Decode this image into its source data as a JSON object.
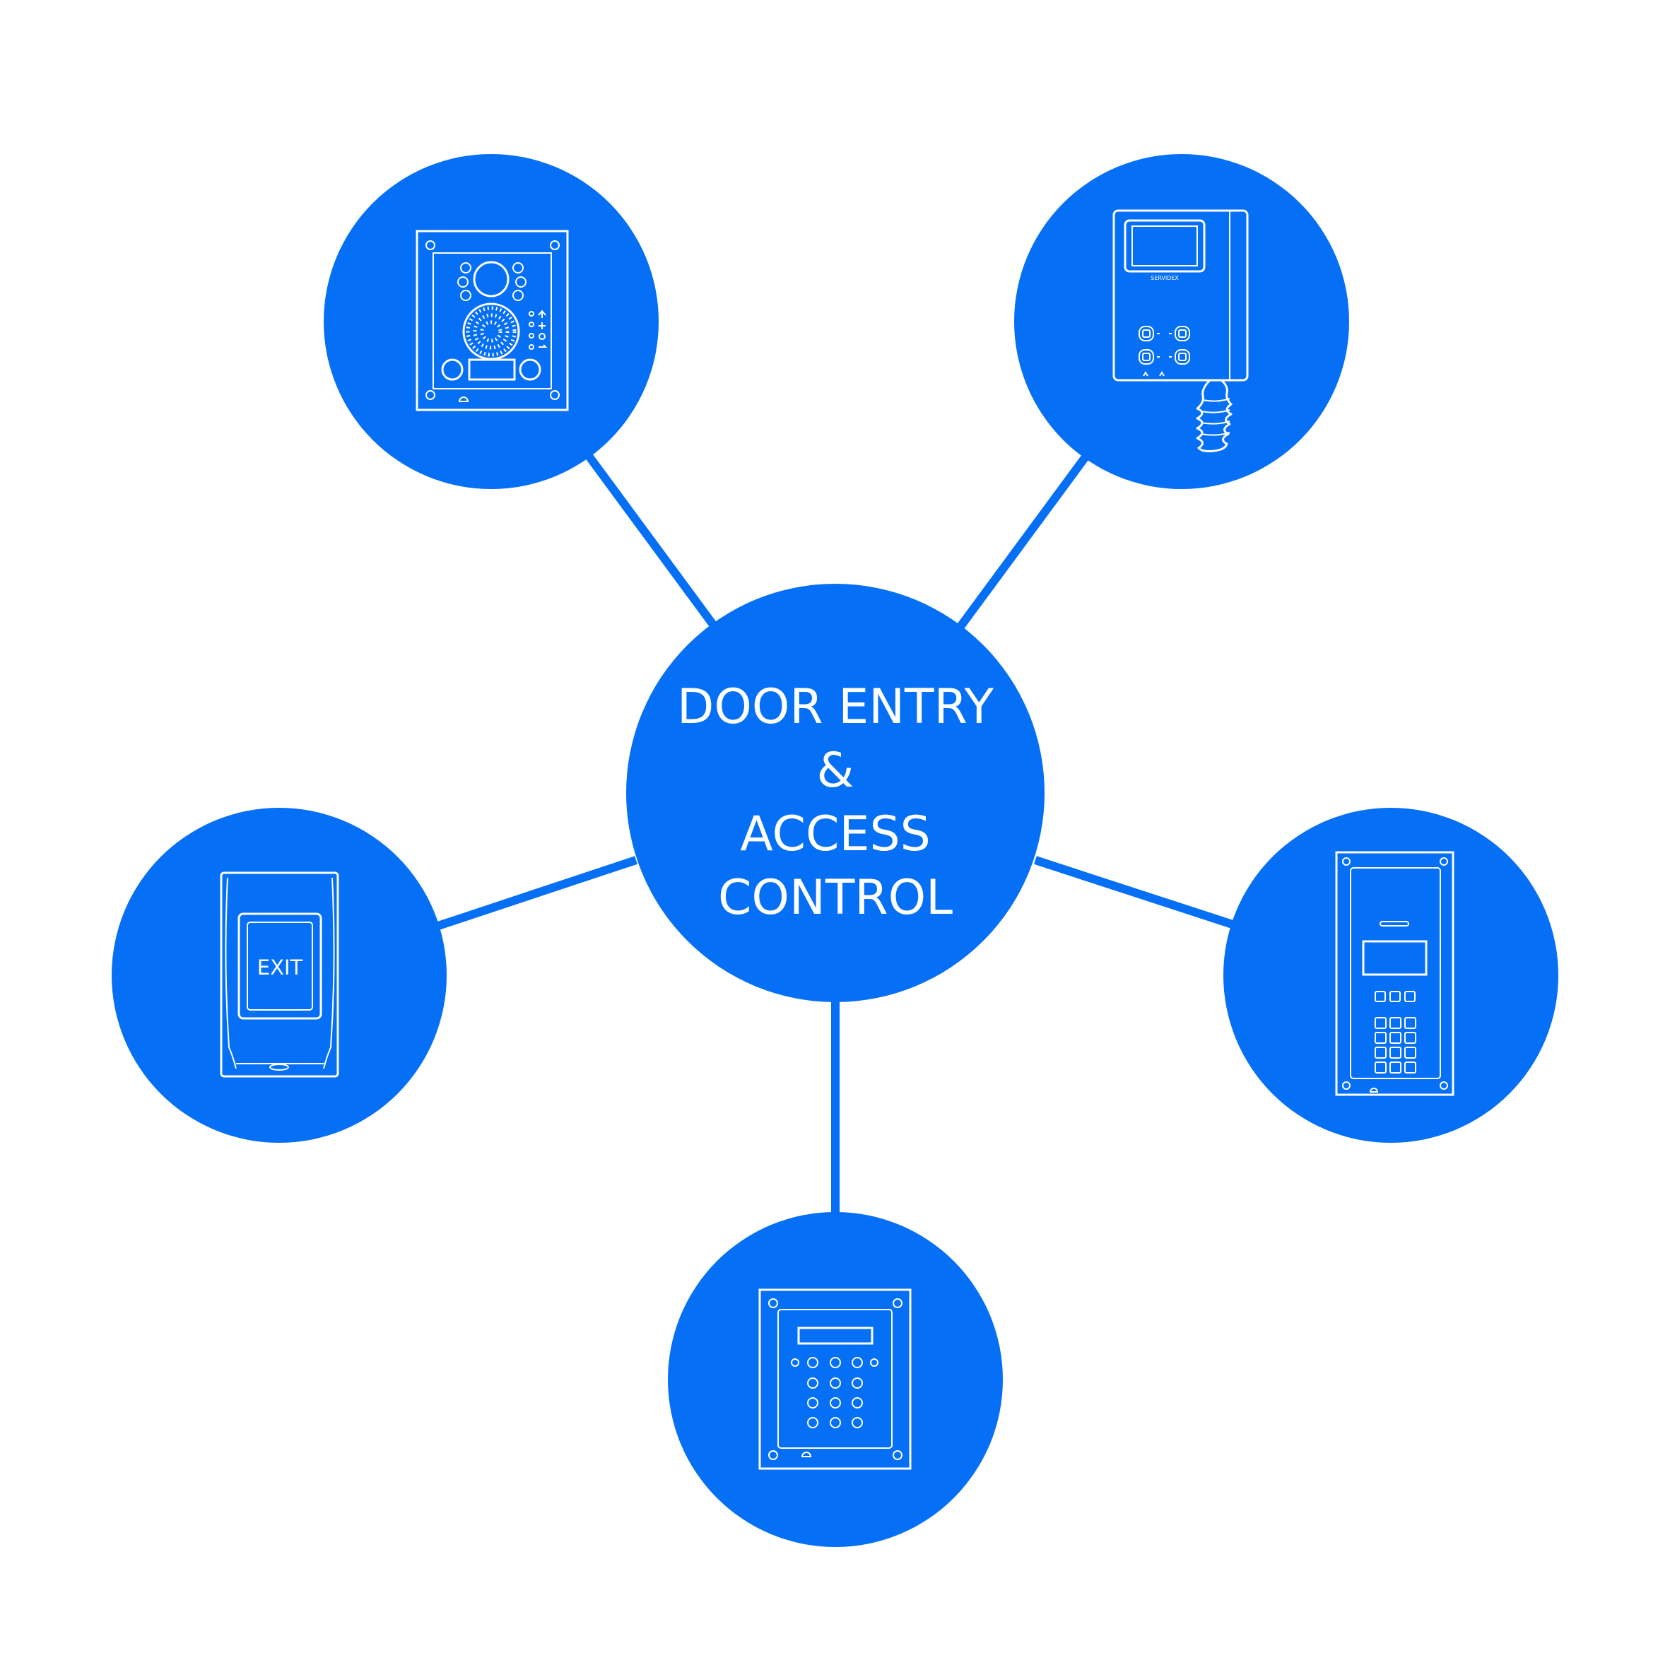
{
  "colors": {
    "accent": "#056ff5",
    "background": "#ffffff",
    "icon_stroke": "#ffffff"
  },
  "center": {
    "line1": "DOOR ENTRY",
    "line2": "&",
    "line3": "ACCESS",
    "line4": "CONTROL"
  },
  "nodes": [
    {
      "icon": "audio-door-entry-panel-icon"
    },
    {
      "icon": "video-monitor-handset-icon"
    },
    {
      "icon": "exit-button-icon",
      "label": "EXIT"
    },
    {
      "icon": "keypad-door-entry-panel-icon"
    },
    {
      "icon": "keypad-access-control-panel-icon"
    }
  ],
  "monitor": {
    "brand": "SERVIDEX"
  }
}
